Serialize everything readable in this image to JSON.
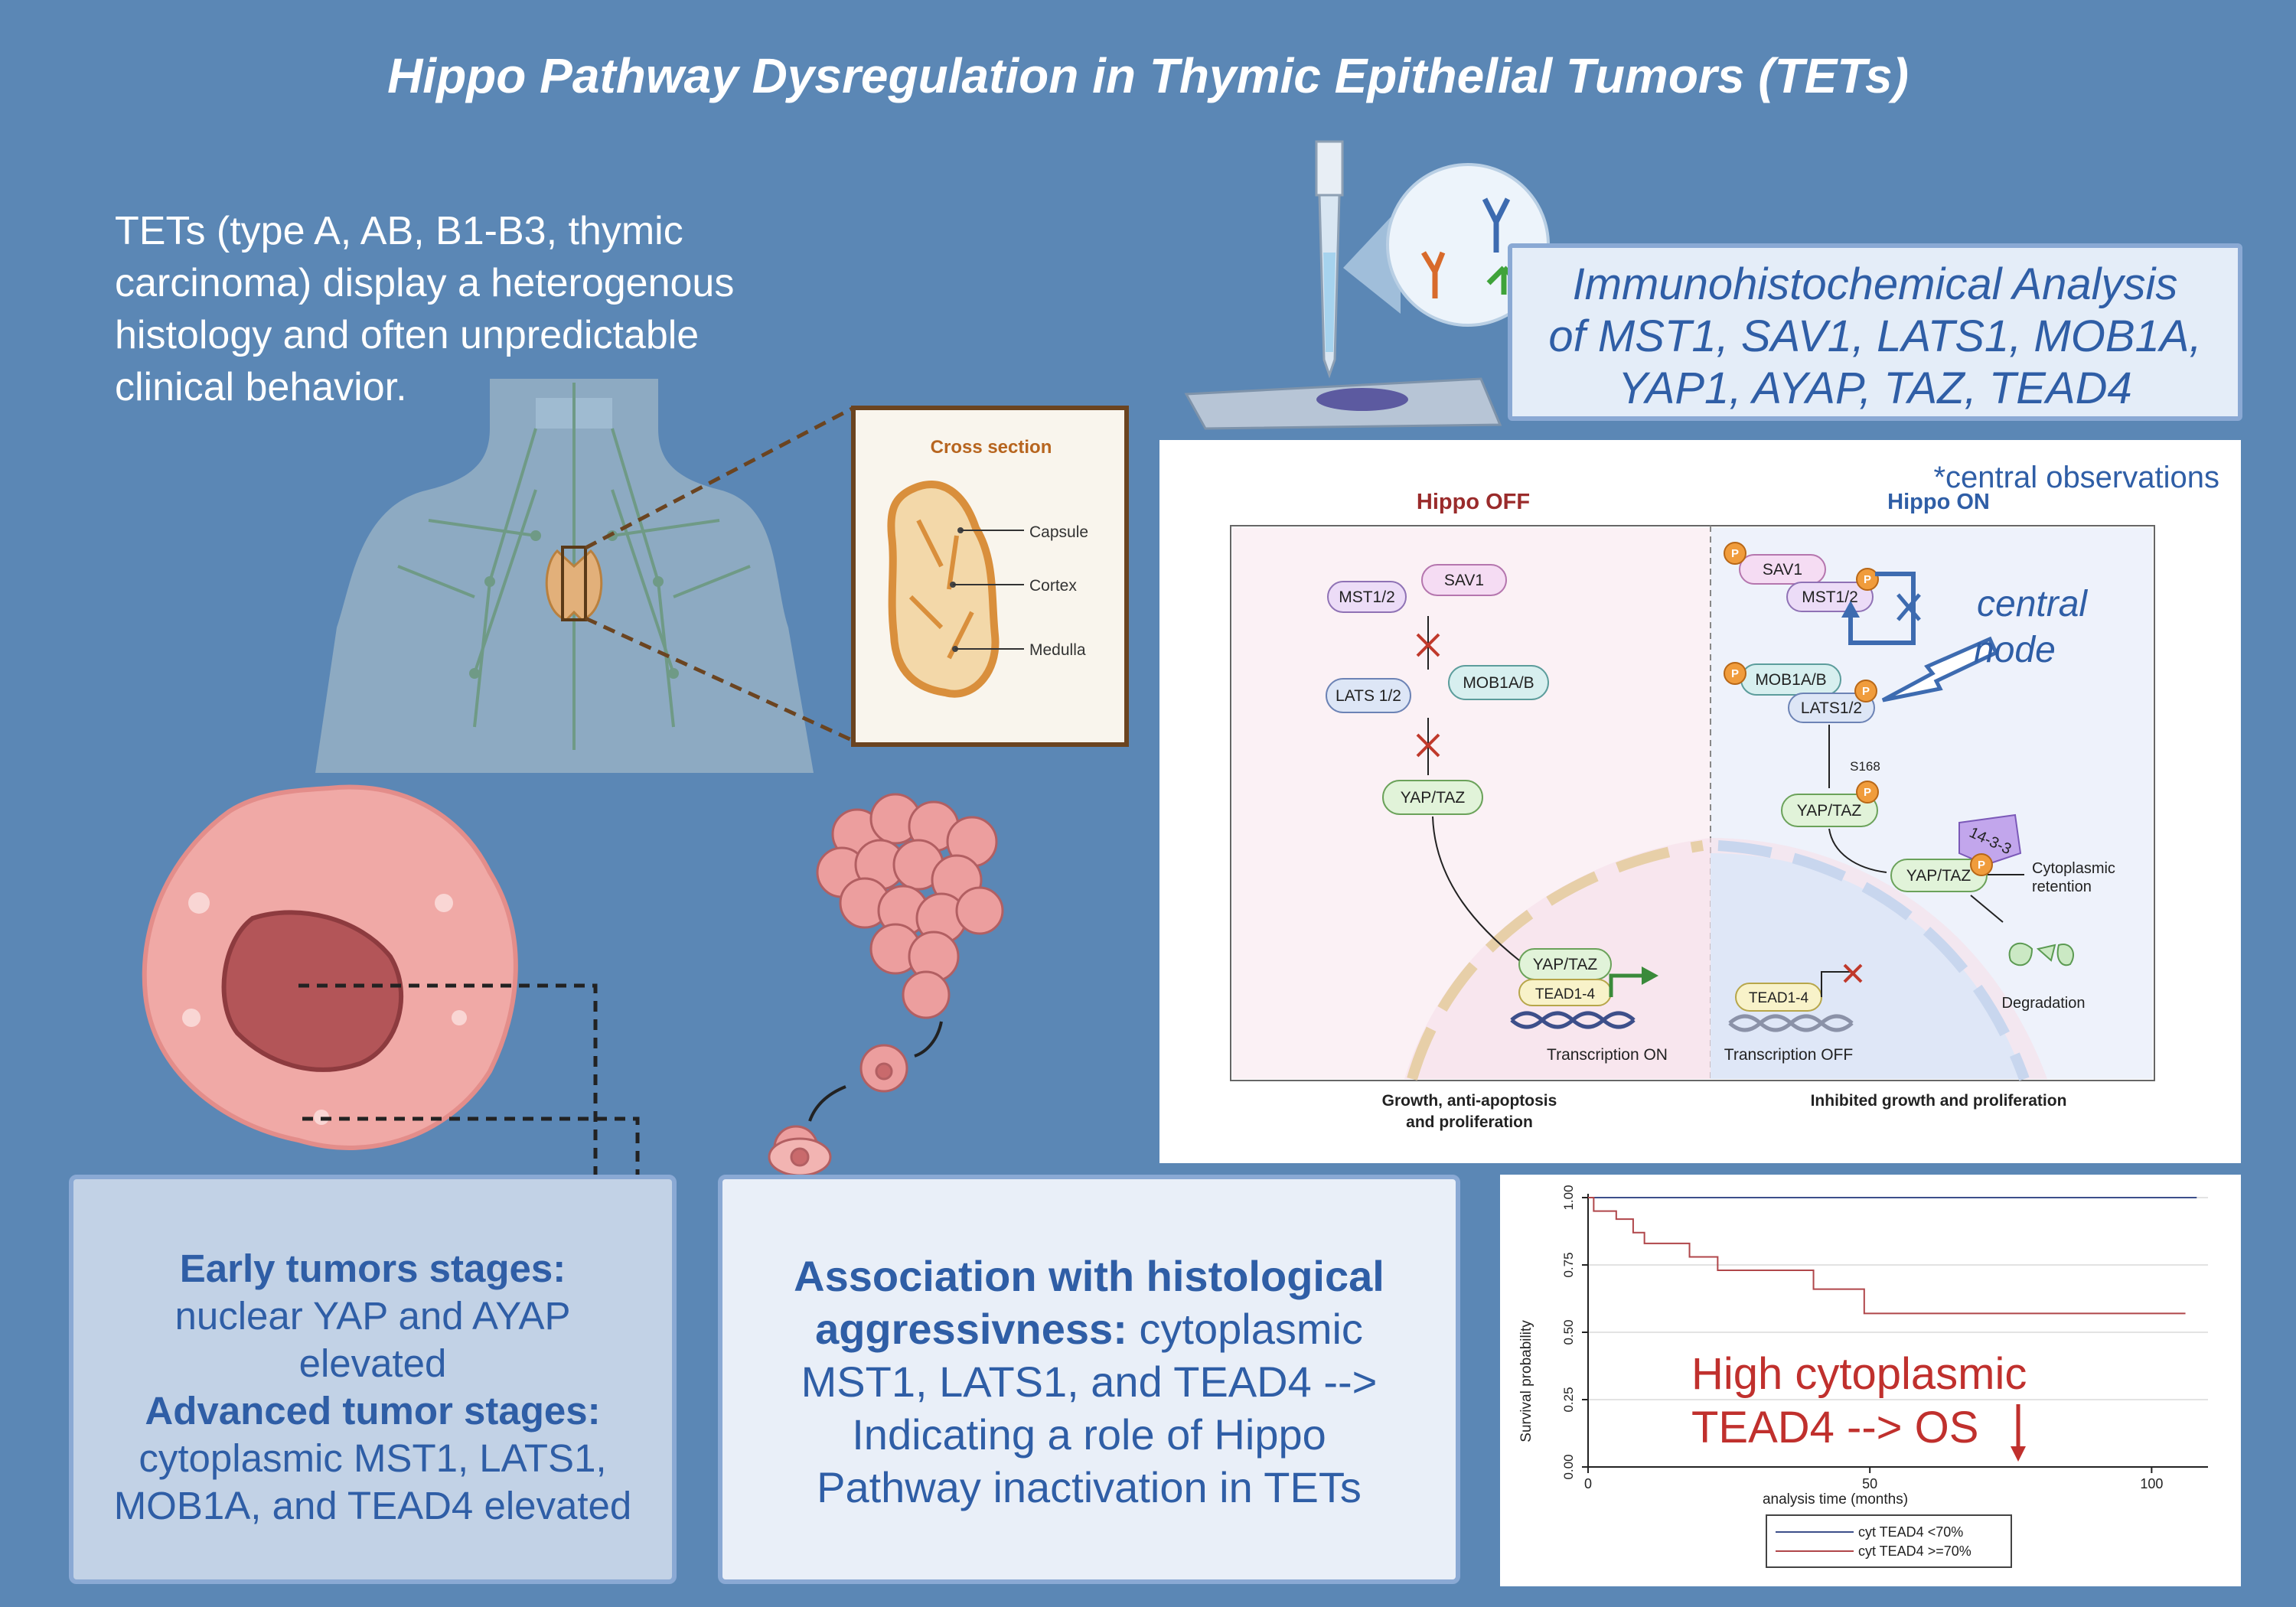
{
  "title": "Hippo Pathway Dysregulation in Thymic Epithelial Tumors (TETs)",
  "intro_lines": [
    "TETs (type A, AB, B1-B3, thymic",
    "carcinoma) display a heterogenous",
    "histology and often unpredictable",
    "clinical behavior."
  ],
  "cross_section": {
    "title": "Cross section",
    "capsule": "Capsule",
    "cortex": "Cortex",
    "medulla": "Medulla"
  },
  "ihc": {
    "lines": [
      "Immunohistochemical Analysis",
      "of MST1, SAV1, LATS1, MOB1A,",
      "YAP1, AYAP, TAZ, TEAD4"
    ]
  },
  "pathway": {
    "note": "*central observations",
    "off": {
      "title": "Hippo OFF",
      "mst": "MST1/2",
      "sav": "SAV1",
      "lats": "LATS 1/2",
      "mob": "MOB1A/B",
      "yaptaz": "YAP/TAZ",
      "yaptaz_nuc": "YAP/TAZ",
      "tead": "TEAD1-4",
      "transcription": "Transcription ON",
      "outcome_l1": "Growth, anti-apoptosis",
      "outcome_l2": "and proliferation"
    },
    "on": {
      "title": "Hippo ON",
      "sav": "SAV1",
      "mst": "MST1/2",
      "mob": "MOB1A/B",
      "lats": "LATS1/2",
      "s168": "S168",
      "yaptaz": "YAP/TAZ",
      "yaptaz2": "YAP/TAZ",
      "protein1433": "14-3-3",
      "retention_l1": "Cytoplasmic",
      "retention_l2": "retention",
      "degradation": "Degradation",
      "tead": "TEAD1-4",
      "transcription": "Transcription OFF",
      "outcome": "Inhibited growth and proliferation",
      "central_l1": "central",
      "central_l2": "node",
      "p": "P"
    }
  },
  "stages": {
    "early_title": "Early tumors stages:",
    "early_l1": "nuclear YAP and AYAP",
    "early_l2": "elevated",
    "advanced_title": "Advanced tumor stages:",
    "advanced_l1": "cytoplasmic MST1, LATS1,",
    "advanced_l2": "MOB1A, and TEAD4 elevated"
  },
  "association": {
    "bold_l1": "Association with histological",
    "bold_l2": "aggressivness:",
    "rest_l2": " cytoplasmic",
    "l3": "MST1, LATS1, and TEAD4 -->",
    "l4": "Indicating a role of Hippo",
    "l5": "Pathway inactivation in TETs"
  },
  "chart_data": {
    "type": "line",
    "title": "",
    "xlabel": "analysis time (months)",
    "ylabel": "Survival probability",
    "xlim": [
      0,
      110
    ],
    "ylim": [
      0,
      1
    ],
    "x_ticks": [
      "0",
      "50",
      "100"
    ],
    "y_ticks": [
      "0.00",
      "0.25",
      "0.50",
      "0.75",
      "1.00"
    ],
    "grid": true,
    "legend_position": "bottom-center",
    "series": [
      {
        "name": "cyt TEAD4 <70%",
        "color": "#3d4f8a",
        "x": [
          0,
          108
        ],
        "y": [
          1.0,
          1.0
        ]
      },
      {
        "name": "cyt TEAD4 >=70%",
        "color": "#b0464a",
        "x": [
          0,
          1,
          1,
          5,
          5,
          8,
          8,
          10,
          10,
          18,
          18,
          23,
          23,
          40,
          40,
          49,
          49,
          106
        ],
        "y": [
          1.0,
          1.0,
          0.95,
          0.95,
          0.92,
          0.92,
          0.87,
          0.87,
          0.83,
          0.83,
          0.78,
          0.78,
          0.73,
          0.73,
          0.66,
          0.66,
          0.57,
          0.57
        ]
      }
    ],
    "annotation_l1": "High cytoplasmic",
    "annotation_l2": "TEAD4 --> OS"
  }
}
